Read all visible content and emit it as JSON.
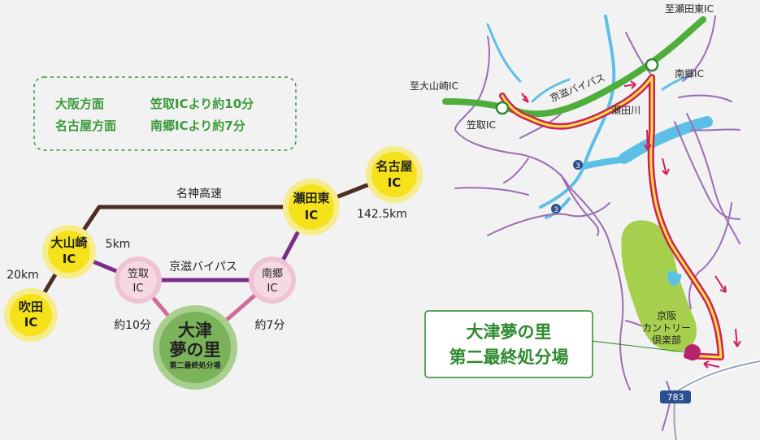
{
  "info_box": {
    "osaka_label": "大阪方面",
    "osaka_route": "笠取ICより約10分",
    "nagoya_label": "名古屋方面",
    "nagoya_route": "南郷ICより約7分"
  },
  "diagram": {
    "highway_label": "名神高速",
    "bypass_label": "京滋バイパス",
    "nodes": {
      "suita": "吹田\nIC",
      "oyamazaki": "大山崎\nIC",
      "kasatori": "笠取\nIC",
      "nango": "南郷\nIC",
      "setahigashi": "瀬田東\nIC",
      "nagoya": "名古屋\nIC",
      "destination": "大津\n夢の里",
      "destination_sub": "第二最終処分場"
    },
    "distances": {
      "suita_oyamazaki": "20km",
      "oyamazaki_kasatori": "5km",
      "setahigashi_nagoya": "142.5km",
      "kasatori_time": "約10分",
      "nango_time": "約7分"
    }
  },
  "map": {
    "labels": {
      "to_setahigashi": "至瀬田東IC",
      "to_oyamazaki": "至大山崎IC",
      "bypass": "京滋バイパス",
      "nango_ic": "南郷IC",
      "kasatori_ic": "笠取IC",
      "setagawa": "瀬田川",
      "golf_club": "京阪\nカントリー\n倶楽部",
      "route3a": "3",
      "route3b": "3",
      "route783": "783"
    },
    "destination_callout": "大津夢の里\n第二最終処分場"
  },
  "colors": {
    "highway": "#4a2f22",
    "bypass_diagram": "#7a2c8a",
    "access_pink": "#d36a9b",
    "ic_yellow": "#f5e21a",
    "ic_pink": "#efc3d6",
    "destination_green": "#7ab35a",
    "map_green_road": "#4fae3b",
    "river": "#5cc0e6",
    "local_road": "#9c6db6",
    "route_red": "#d01f5e",
    "route_yellow": "#f4e33a",
    "golf_course": "#a6cf4d",
    "text_green": "#3a9a3a"
  }
}
